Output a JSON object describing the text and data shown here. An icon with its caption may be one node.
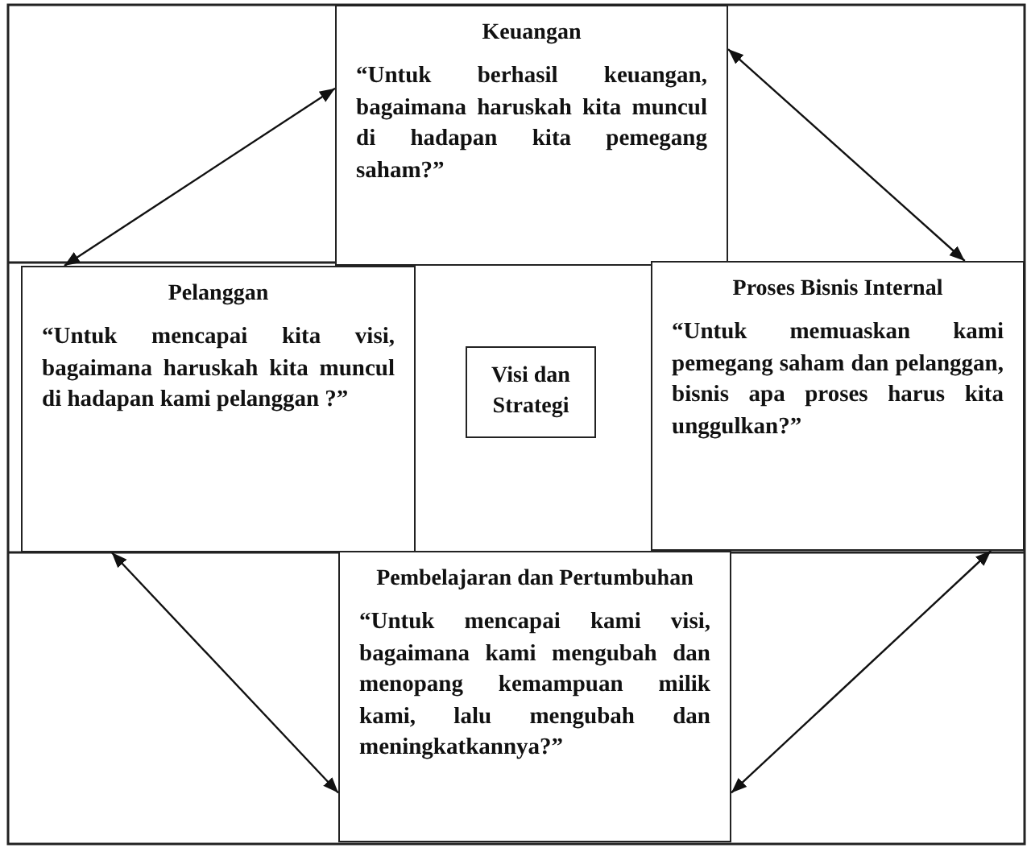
{
  "diagram": {
    "nodes": [
      {
        "text": [
          "Keuangan",
          "“Untuk berhasil keuangan, bagaimana haruskah kita muncul di hadapan kita pemegang saham?”"
        ]
      },
      {
        "text": [
          "Pelanggan",
          "“Untuk mencapai kita visi, bagaimana haruskah kita muncul di hadapan kami pelanggan ?”"
        ]
      },
      {
        "text": [
          "Visi dan Strategi"
        ]
      },
      {
        "text": [
          "Proses Bisnis Internal",
          "“Untuk memuaskan kami pemegang saham dan pelanggan, bisnis apa proses harus kita unggulkan?”"
        ]
      },
      {
        "text": [
          "Pembelajaran dan Pertumbuhan",
          "“Untuk mencapai kami visi, bagaimana kami mengubah dan menopang kemampuan milik kami, lalu mengubah dan meningkatkannya?”"
        ]
      }
    ],
    "edges": [
      {
        "from": 1,
        "to": 0,
        "arrow": "both"
      },
      {
        "from": 0,
        "to": 3,
        "arrow": "both"
      },
      {
        "from": 1,
        "to": 4,
        "arrow": "both"
      },
      {
        "from": 3,
        "to": 4,
        "arrow": "both"
      }
    ]
  }
}
